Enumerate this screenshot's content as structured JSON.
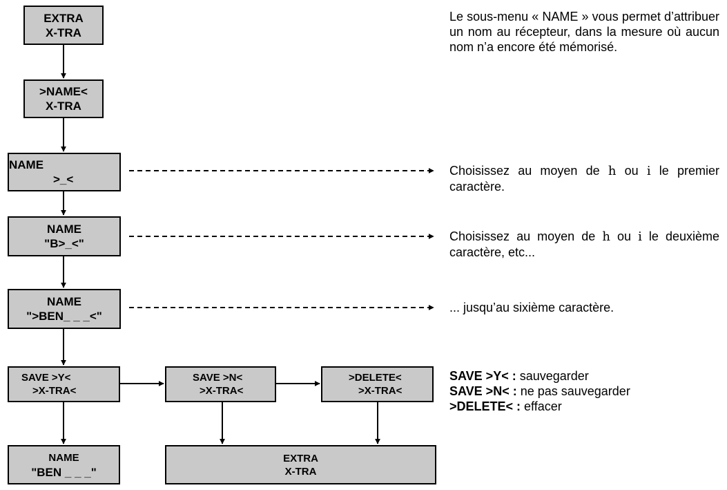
{
  "boxes": {
    "extra_top": {
      "line1": "EXTRA",
      "line2": "X-TRA"
    },
    "name_menu": {
      "line1": ">NAME<",
      "line2": "X-TRA"
    },
    "name_empty": {
      "line1": "NAME",
      "line2": ">_<"
    },
    "name_b": {
      "line1": "NAME",
      "line2": "\"B>_<\""
    },
    "name_ben": {
      "line1": "NAME",
      "line2": "\">BEN_ _ _<\""
    },
    "save_y": {
      "line1": "SAVE >Y<",
      "line2": ">X-TRA<"
    },
    "save_n": {
      "line1": "SAVE >N<",
      "line2": ">X-TRA<"
    },
    "delete": {
      "line1": ">DELETE<",
      "line2": ">X-TRA<"
    },
    "name_saved": {
      "line1": "NAME",
      "line2": "\"BEN _ _ _\""
    },
    "extra_bottom": {
      "line1": "EXTRA",
      "line2": "X-TRA"
    }
  },
  "texts": {
    "intro": "Le sous-menu « NAME » vous permet d’attribuer un nom au récepteur, dans la mesure où aucun nom n’a encore été mémorisé.",
    "step1": {
      "before": "Choisissez au moyen de ",
      "sym1": "h",
      "mid": " ou ",
      "sym2": "i",
      "after": "  le premier caractère."
    },
    "step2": {
      "before": "Choisissez au moyen de ",
      "sym1": "h",
      "mid": " ou ",
      "sym2": "i",
      "after": "  le deuxième caractère, etc..."
    },
    "step3": "... jusqu’au sixième caractère.",
    "legend": [
      {
        "key": "SAVE >Y< :",
        "desc": " sauvegarder"
      },
      {
        "key": "SAVE >N< :",
        "desc": " ne pas sauvegarder"
      },
      {
        "key": ">DELETE< :",
        "desc": " effacer"
      }
    ]
  }
}
